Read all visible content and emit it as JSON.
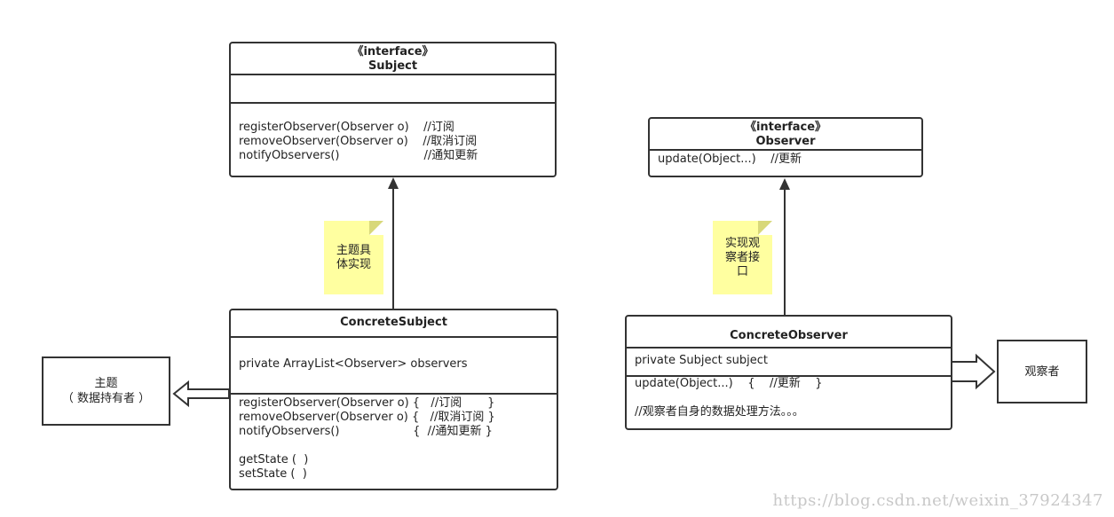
{
  "subject": {
    "stereotype": "《interface》",
    "name": "Subject",
    "methods": [
      "registerObserver(Observer o)    //订阅",
      "removeObserver(Observer o)    //取消订阅",
      "notifyObservers()                       //通知更新"
    ]
  },
  "observer": {
    "stereotype": "《interface》",
    "name": "Observer",
    "methods": [
      "update(Object...)    //更新"
    ]
  },
  "concrete_subject": {
    "name": "ConcreteSubject",
    "fields": [
      "private ArrayList<Observer> observers"
    ],
    "methods": [
      "registerObserver(Observer o) {   //订阅       }",
      "removeObserver(Observer o) {   //取消订阅 }",
      "notifyObservers()                    {  //通知更新 }",
      "",
      "getState (  )",
      "setState (  )"
    ]
  },
  "concrete_observer": {
    "name": "ConcreteObserver",
    "fields": [
      "private Subject subject"
    ],
    "methods": [
      "update(Object...)    {    //更新    }",
      "",
      "//观察者自身的数据处理方法。。。"
    ]
  },
  "notes": {
    "subject_impl": [
      "主题具",
      "体实现"
    ],
    "observer_impl": [
      "实现观",
      "察者接",
      "口"
    ]
  },
  "subject_holder": {
    "line1": "主题",
    "line2": "（ 数据持有者 ）"
  },
  "observer_label": "观察者",
  "watermark": "https://blog.csdn.net/weixin_37924347"
}
